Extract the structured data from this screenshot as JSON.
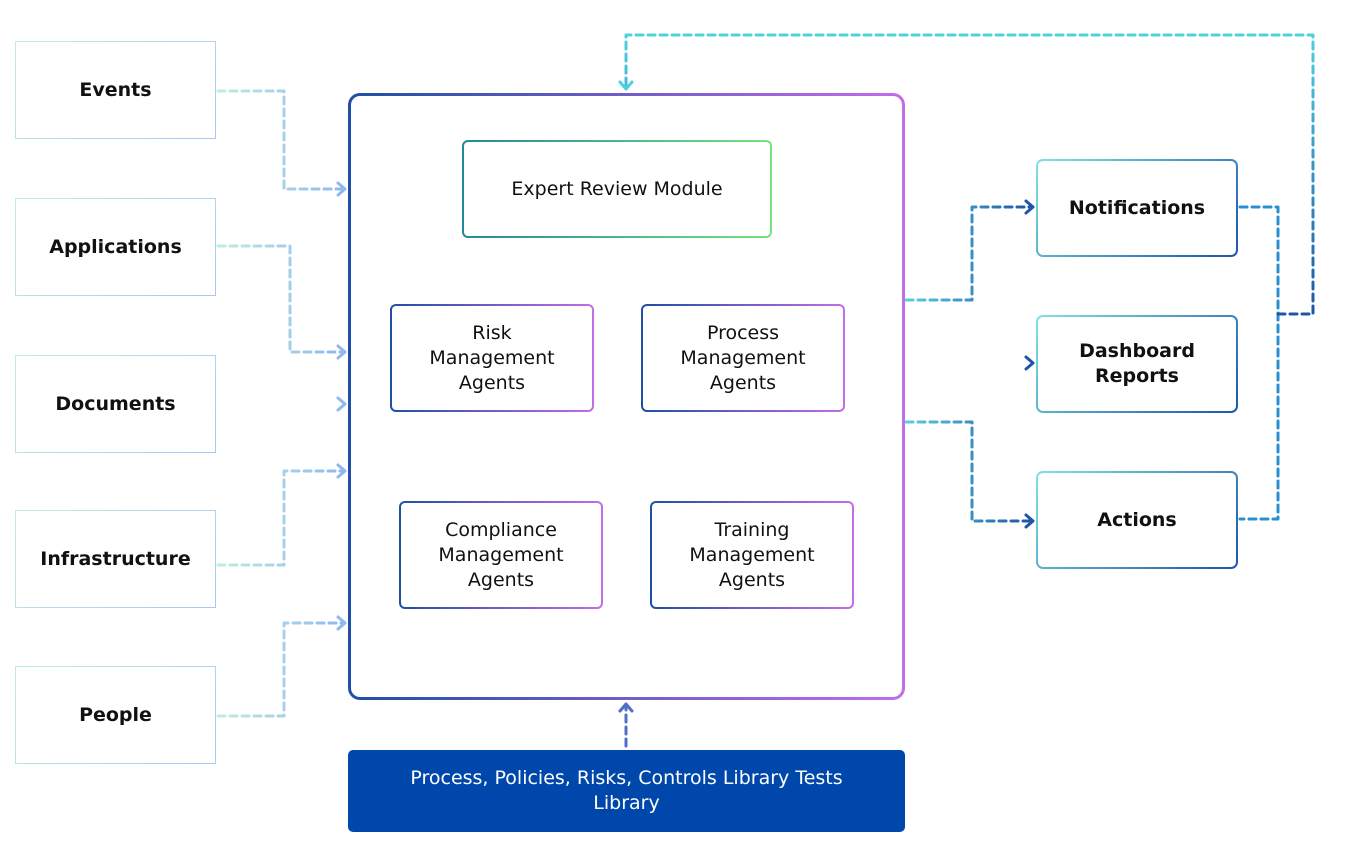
{
  "inputs": [
    "Events",
    "Applications",
    "Documents",
    "Infrastructure",
    "People"
  ],
  "hub": {
    "expert": "Expert Review Module",
    "agents": [
      "Risk\nManagement\nAgents",
      "Process\nManagement\nAgents",
      "Compliance\nManagement\nAgents",
      "Training\nManagement\nAgents"
    ]
  },
  "outputs": [
    "Notifications",
    "Dashboard\nReports",
    "Actions"
  ],
  "library": "Process, Policies, Risks, Controls Library Tests Library",
  "colors": {
    "input_wire": "#9ec6f2",
    "output_wire": "#1e88c8",
    "feedback_wire": "#1e55a8",
    "library_fill": "#0047ab",
    "hub_border_start": "#1f4fa6",
    "hub_border_end": "#c36de6"
  }
}
